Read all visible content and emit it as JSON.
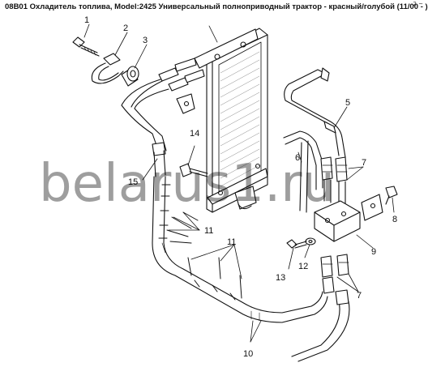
{
  "header": {
    "title": "08B01 Охладитель топлива, Model:2425 Универсальный полноприводный трактор - красный/голубой (11/00 - )",
    "corner_mark": "2 ~"
  },
  "watermark": {
    "text": "belarus1.ru"
  },
  "callouts": [
    {
      "id": "c1",
      "label": "1"
    },
    {
      "id": "c2",
      "label": "2"
    },
    {
      "id": "c3",
      "label": "3"
    },
    {
      "id": "c5",
      "label": "5"
    },
    {
      "id": "c6",
      "label": "6"
    },
    {
      "id": "c7a",
      "label": "7"
    },
    {
      "id": "c7b",
      "label": "7"
    },
    {
      "id": "c8",
      "label": "8"
    },
    {
      "id": "c9",
      "label": "9"
    },
    {
      "id": "c10",
      "label": "10"
    },
    {
      "id": "c11a",
      "label": "11"
    },
    {
      "id": "c11b",
      "label": "11"
    },
    {
      "id": "c12",
      "label": "12"
    },
    {
      "id": "c13",
      "label": "13"
    },
    {
      "id": "c14",
      "label": "14"
    },
    {
      "id": "c15",
      "label": "15"
    }
  ]
}
